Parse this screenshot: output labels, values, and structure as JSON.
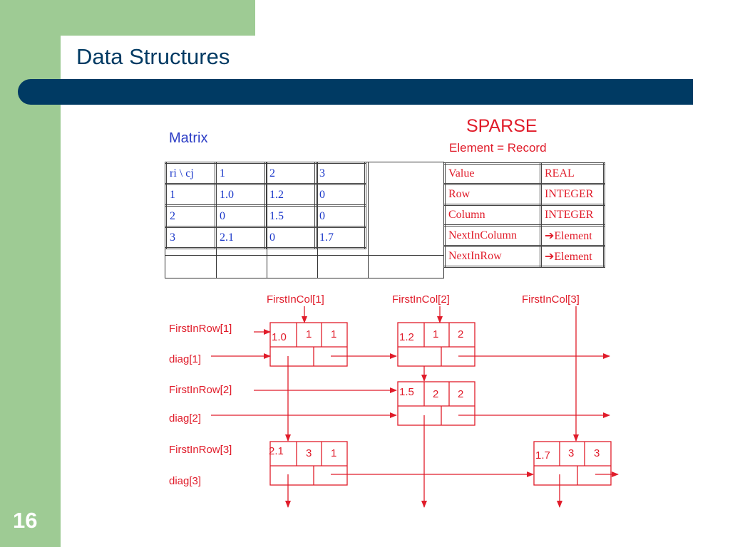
{
  "slide": {
    "title": "Data Structures",
    "page_number": "16"
  },
  "matrix": {
    "label": "Matrix",
    "header": [
      "ri \\ cj",
      "1",
      "2",
      "3"
    ],
    "rows": [
      [
        "1",
        "1.0",
        "1.2",
        "0"
      ],
      [
        "2",
        "0",
        "1.5",
        "0"
      ],
      [
        "3",
        "2.1",
        "0",
        "1.7"
      ]
    ]
  },
  "sparse": {
    "title": "SPARSE",
    "subtitle": "Element = Record",
    "fields": [
      {
        "name": "Value",
        "type": "REAL"
      },
      {
        "name": "Row",
        "type": "INTEGER"
      },
      {
        "name": "Column",
        "type": "INTEGER"
      },
      {
        "name": "NextInColumn",
        "type": "➔Element"
      },
      {
        "name": "NextInRow",
        "type": "➔Element"
      }
    ]
  },
  "diagram": {
    "col_heads": [
      "FirstInCol[1]",
      "FirstInCol[2]",
      "FirstInCol[3]"
    ],
    "row_labels": [
      "FirstInRow[1]",
      "diag[1]",
      "FirstInRow[2]",
      "diag[2]",
      "FirstInRow[3]",
      "diag[3]"
    ],
    "nodes": [
      {
        "value": "1.0",
        "row": "1",
        "col": "1"
      },
      {
        "value": "1.2",
        "row": "1",
        "col": "2"
      },
      {
        "value": "1.5",
        "row": "2",
        "col": "2"
      },
      {
        "value": "2.1",
        "row": "3",
        "col": "1"
      },
      {
        "value": "1.7",
        "row": "3",
        "col": "3"
      }
    ]
  },
  "colors": {
    "accent_blue": "#003a63",
    "side_green": "#9ecb94",
    "diagram_red": "#e01c2a",
    "matrix_blue": "#1a37c9"
  }
}
